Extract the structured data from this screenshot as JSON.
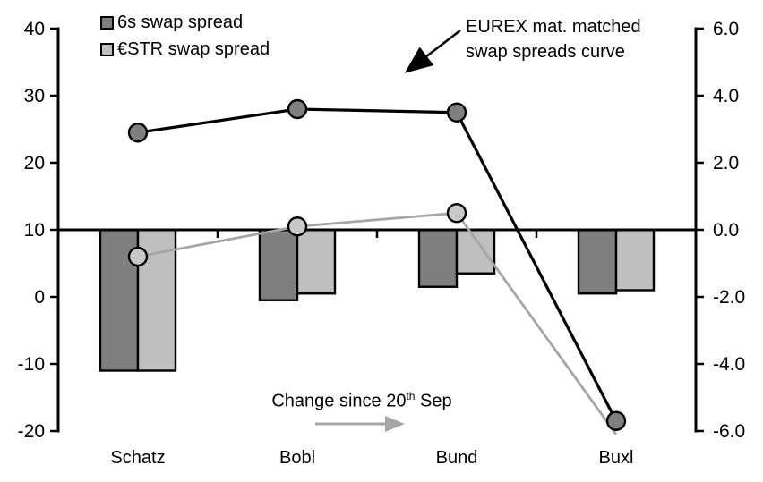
{
  "chart": {
    "background": "#ffffff",
    "legend": {
      "items": [
        {
          "label": "6s swap spread",
          "swatch_color": "#7f7f7f"
        },
        {
          "label": "€STR swap spread",
          "swatch_color": "#bfbfbf"
        }
      ]
    },
    "annotations": {
      "curve_label": {
        "line1": "EUREX mat. matched",
        "line2": "swap spreads curve"
      },
      "change_label": {
        "before": "Change since 20",
        "sup": "th",
        "after": " Sep"
      }
    }
  },
  "chart_data": {
    "type": "combo_bar_line",
    "note": "Lines = EUREX mat. matched swap spreads curve (left axis); bars = change since 20th Sep (right axis); bars baseline at right-axis 0.0 (= left-axis 10)",
    "categories": [
      "Schatz",
      "Bobl",
      "Bund",
      "Buxl"
    ],
    "left_axis": {
      "range": [
        -20,
        40
      ],
      "tick_values": [
        40,
        30,
        20,
        10,
        0,
        -10,
        -20
      ],
      "tick_labels": [
        "40",
        "30",
        "20",
        "10",
        "0",
        "-10",
        "-20"
      ]
    },
    "right_axis": {
      "range": [
        -6.0,
        6.0
      ],
      "tick_values": [
        6,
        4,
        2,
        0,
        -2,
        -4,
        -6
      ],
      "tick_labels": [
        "6.0",
        "4.0",
        "2.0",
        "0.0",
        "-2.0",
        "-4.0",
        "-6.0"
      ],
      "bar_baseline": 0.0
    },
    "series": [
      {
        "name": "6s swap spread change",
        "type": "bar",
        "axis": "right",
        "color": "#7f7f7f",
        "values": [
          -4.2,
          -2.1,
          -1.7,
          -1.9
        ]
      },
      {
        "name": "ESTR swap spread change",
        "type": "bar",
        "axis": "right",
        "color": "#bfbfbf",
        "values": [
          -4.2,
          -1.9,
          -1.3,
          -1.8
        ]
      },
      {
        "name": "6s swap spread curve",
        "type": "line",
        "axis": "left",
        "color": "#000000",
        "marker_fill": "#7f7f7f",
        "values": [
          24.5,
          28.0,
          27.5,
          -18.5
        ],
        "marker_shown": [
          true,
          true,
          true,
          true
        ]
      },
      {
        "name": "ESTR swap spread curve",
        "type": "line",
        "axis": "left",
        "color": "#a6a6a6",
        "marker_fill": "#c8c8c8",
        "values": [
          6.0,
          10.5,
          12.5,
          -20.5
        ],
        "marker_shown": [
          true,
          true,
          true,
          false
        ]
      }
    ]
  }
}
